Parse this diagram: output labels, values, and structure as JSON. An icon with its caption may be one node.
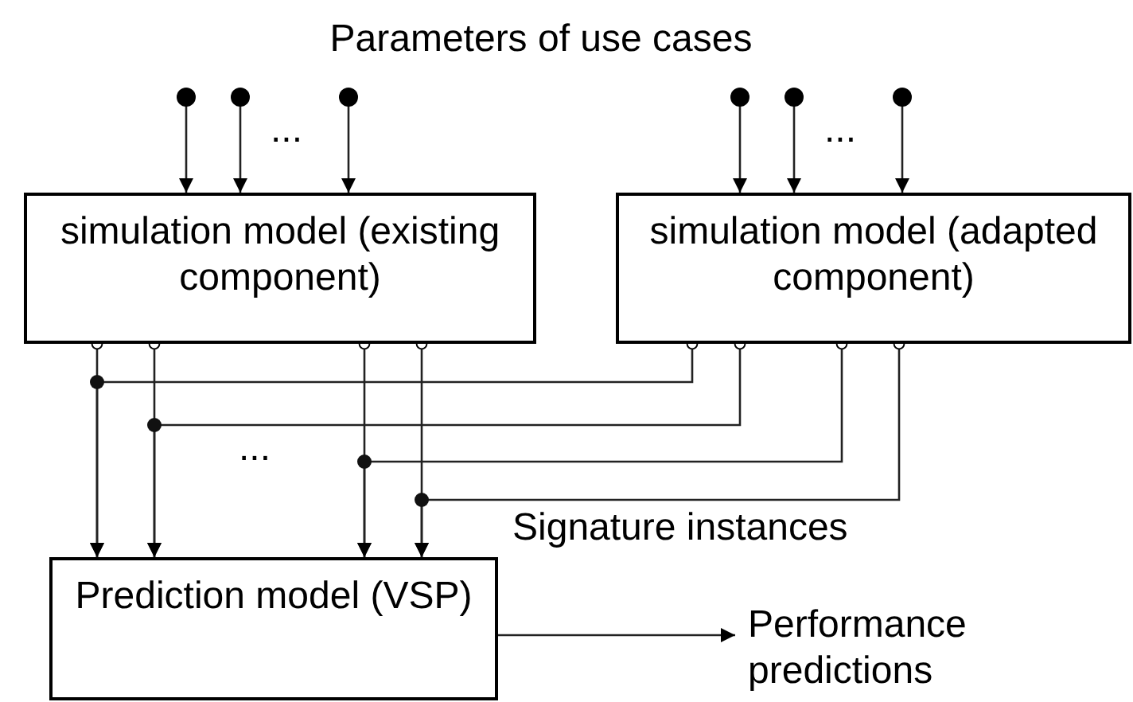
{
  "diagram": {
    "title": "Parameters of use cases",
    "nodes": [
      {
        "text": [
          "simulation model (existing component)"
        ]
      },
      {
        "text": [
          "simulation model (adapted component)"
        ]
      },
      {
        "text": [
          "Prediction model (VSP)"
        ]
      },
      {
        "text": [
          "Performance predictions"
        ]
      }
    ],
    "edges": [
      {
        "from": null,
        "to": 0,
        "arrow": "to"
      },
      {
        "from": null,
        "to": 0,
        "arrow": "to"
      },
      {
        "from": null,
        "to": 0,
        "arrow": "to"
      },
      {
        "from": null,
        "to": 1,
        "arrow": "to"
      },
      {
        "from": null,
        "to": 1,
        "arrow": "to"
      },
      {
        "from": null,
        "to": 1,
        "arrow": "to"
      },
      {
        "from": 0,
        "to": 2,
        "arrow": "to"
      },
      {
        "from": 0,
        "to": 2,
        "arrow": "to"
      },
      {
        "from": 0,
        "to": 2,
        "arrow": "to"
      },
      {
        "from": 0,
        "to": 2,
        "arrow": "to"
      },
      {
        "from": 1,
        "to": 2,
        "arrow": "to"
      },
      {
        "from": 1,
        "to": 2,
        "arrow": "to"
      },
      {
        "from": 1,
        "to": 2,
        "arrow": "to"
      },
      {
        "from": 1,
        "to": 2,
        "arrow": "to"
      },
      {
        "from": 2,
        "to": 3,
        "arrow": "to"
      }
    ],
    "labels": [
      "...",
      "...",
      "...",
      "Signature instances"
    ]
  }
}
